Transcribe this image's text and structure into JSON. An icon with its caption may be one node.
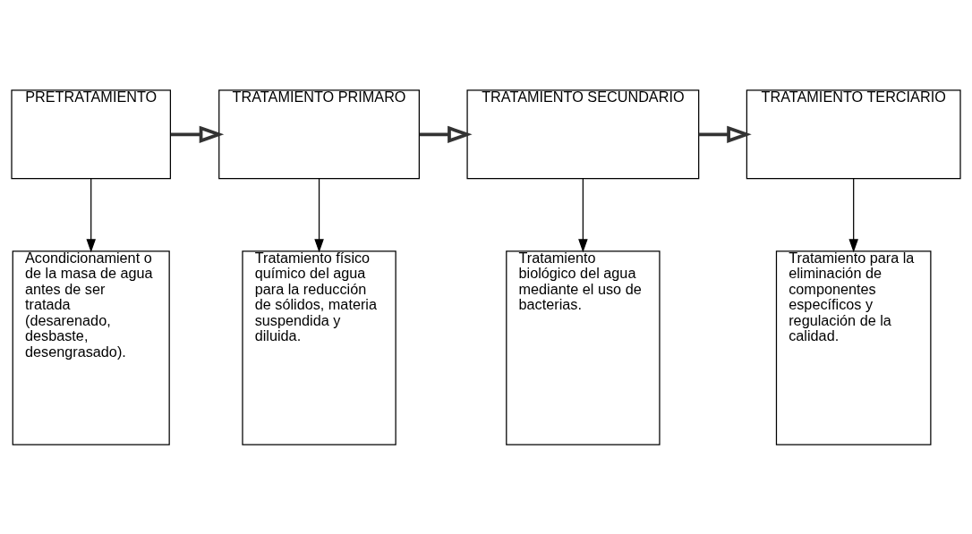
{
  "diagram": {
    "nodes": [
      {
        "text": [
          "PRETRATAMIENTO"
        ]
      },
      {
        "text": [
          "TRATAMIENTO PRIMARO"
        ]
      },
      {
        "text": [
          "TRATAMIENTO SECUNDARIO"
        ]
      },
      {
        "text": [
          "TRATAMIENTO TERCIARIO"
        ]
      },
      {
        "text": [
          "Acondicionamient o de la masa de agua antes de ser tratada (desarenado, desbaste, desengrasado)."
        ]
      },
      {
        "text": [
          "Tratamiento físico químico del agua para la reducción de sólidos, materia suspendida y diluida."
        ]
      },
      {
        "text": [
          "Tratamiento biológico del agua mediante el uso de bacterias."
        ]
      },
      {
        "text": [
          "Tratamiento para la eliminación de componentes específicos y regulación de la calidad."
        ]
      }
    ],
    "edges": [
      {
        "from": 0,
        "to": 1,
        "arrow": "to",
        "style": "thick"
      },
      {
        "from": 1,
        "to": 2,
        "arrow": "to",
        "style": "thick"
      },
      {
        "from": 2,
        "to": 3,
        "arrow": "to",
        "style": "thick"
      },
      {
        "from": 0,
        "to": 4,
        "arrow": "to"
      },
      {
        "from": 1,
        "to": 5,
        "arrow": "to"
      },
      {
        "from": 2,
        "to": 6,
        "arrow": "to"
      },
      {
        "from": 3,
        "to": 7,
        "arrow": "to"
      }
    ]
  }
}
